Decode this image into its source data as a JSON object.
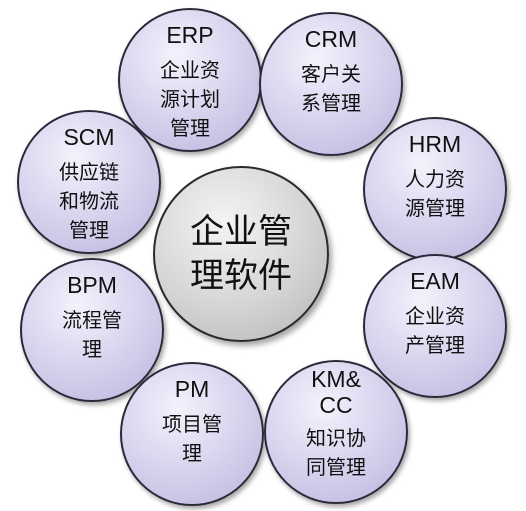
{
  "center": {
    "label": "企业管\n理软件"
  },
  "modules": {
    "erp": {
      "code": "ERP",
      "desc": "企业资\n源计划\n管理"
    },
    "crm": {
      "code": "CRM",
      "desc": "客户关\n系管理"
    },
    "scm": {
      "code": "SCM",
      "desc": "供应链\n和物流\n管理"
    },
    "hrm": {
      "code": "HRM",
      "desc": "人力资\n源管理"
    },
    "bpm": {
      "code": "BPM",
      "desc": "流程管\n理"
    },
    "eam": {
      "code": "EAM",
      "desc": "企业资\n产管理"
    },
    "pm": {
      "code": "PM",
      "desc": "项目管\n理"
    },
    "km": {
      "code": "KM&\nCC",
      "desc": "知识协\n同管理"
    }
  },
  "colors": {
    "satellite_fill": "#d9d6ef",
    "center_fill": "#d4d4d4",
    "outline": "#2a2a3a"
  }
}
